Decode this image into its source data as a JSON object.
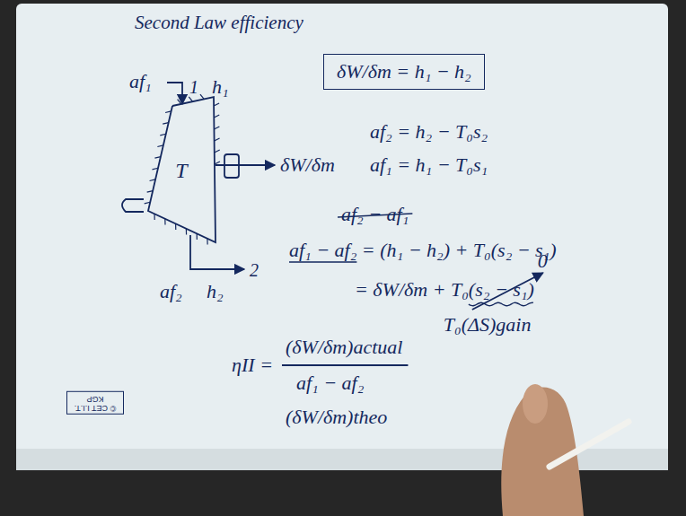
{
  "diagram": {
    "title": "Second Law efficiency",
    "nodes": [
      {
        "text": [
          "T"
        ]
      },
      {
        "text": [
          "δW/δm = h₁ − h₂"
        ]
      },
      {
        "text": [
          "© CET I.I.T. KGP"
        ]
      }
    ],
    "labels": [
      "af₁",
      "1",
      "h₁",
      "δW/δm",
      "2",
      "af₂",
      "h₂",
      "af₂ = h₂ − T₀s₂",
      "af₁ = h₁ − T₀s₁",
      "af₂ − af₁",
      "af₁ − af₂ = (h₁ − h₂) + T₀(s₂ − s₁)",
      "= δW/δm + T₀(s₂ − s₁)",
      "0",
      "T₀(ΔS)gain",
      "ηII =",
      "(δW/δm)actual",
      "af₁ − af₂",
      "(δW/δm)theo"
    ]
  }
}
